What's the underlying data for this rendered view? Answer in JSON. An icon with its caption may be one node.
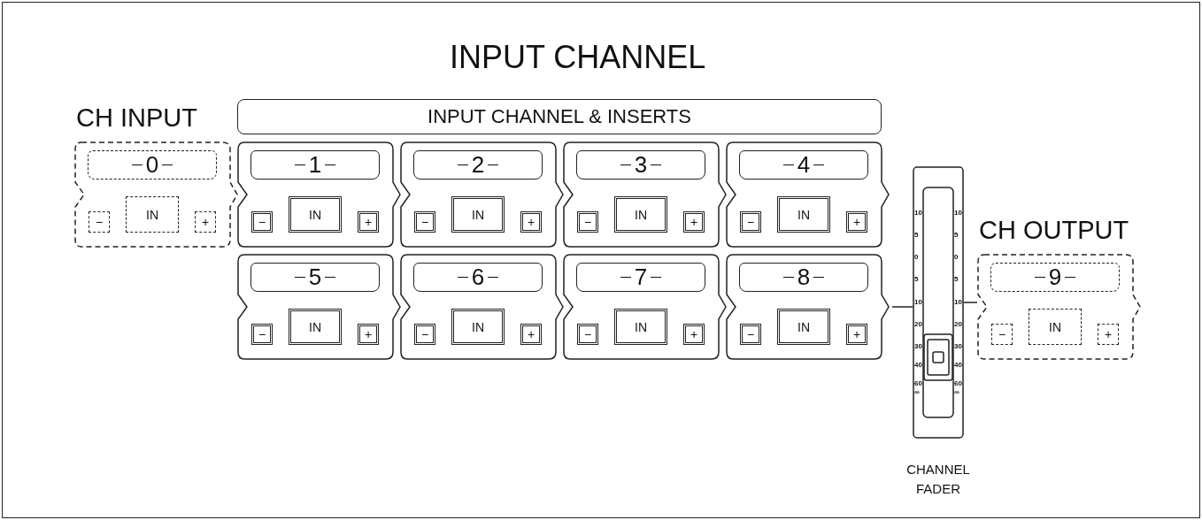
{
  "diagram": {
    "title": "INPUT CHANNEL",
    "nodes": [
      {
        "text": [
          "CH INPUT"
        ]
      },
      {
        "text": [
          "0"
        ],
        "in": 0
      },
      {
        "text": [
          "−"
        ],
        "in": 0
      },
      {
        "text": [
          "IN"
        ],
        "in": 0
      },
      {
        "text": [
          "+"
        ],
        "in": 0
      },
      {
        "text": [
          "INPUT CHANNEL & INSERTS"
        ]
      },
      {
        "text": [],
        "shape": "box"
      },
      {
        "text": [
          "1"
        ],
        "in": 6
      },
      {
        "text": [
          "−"
        ],
        "in": 6
      },
      {
        "text": [
          "IN"
        ],
        "in": 6
      },
      {
        "text": [
          "+"
        ],
        "in": 6
      },
      {
        "text": [],
        "shape": "box"
      },
      {
        "text": [
          "2"
        ],
        "in": 11
      },
      {
        "text": [
          "−"
        ],
        "in": 11
      },
      {
        "text": [
          "IN"
        ],
        "in": 11
      },
      {
        "text": [
          "+"
        ],
        "in": 11
      },
      {
        "text": [],
        "shape": "box"
      },
      {
        "text": [
          "3"
        ],
        "in": 16
      },
      {
        "text": [
          "−"
        ],
        "in": 16
      },
      {
        "text": [
          "IN"
        ],
        "in": 16
      },
      {
        "text": [
          "+"
        ],
        "in": 16
      },
      {
        "text": [],
        "shape": "box"
      },
      {
        "text": [
          "4"
        ],
        "in": 21
      },
      {
        "text": [
          "−"
        ],
        "in": 21
      },
      {
        "text": [
          "IN"
        ],
        "in": 21
      },
      {
        "text": [
          "+"
        ],
        "in": 21
      },
      {
        "text": [],
        "shape": "box"
      },
      {
        "text": [
          "5"
        ],
        "in": 26
      },
      {
        "text": [
          "−"
        ],
        "in": 26
      },
      {
        "text": [
          "IN"
        ],
        "in": 26
      },
      {
        "text": [
          "+"
        ],
        "in": 26
      },
      {
        "text": [],
        "shape": "box"
      },
      {
        "text": [
          "6"
        ],
        "in": 31
      },
      {
        "text": [
          "−"
        ],
        "in": 31
      },
      {
        "text": [
          "IN"
        ],
        "in": 31
      },
      {
        "text": [
          "+"
        ],
        "in": 31
      },
      {
        "text": [],
        "shape": "box"
      },
      {
        "text": [
          "7"
        ],
        "in": 36
      },
      {
        "text": [
          "−"
        ],
        "in": 36
      },
      {
        "text": [
          "IN"
        ],
        "in": 36
      },
      {
        "text": [
          "+"
        ],
        "in": 36
      },
      {
        "text": [],
        "shape": "box"
      },
      {
        "text": [
          "8"
        ],
        "in": 41
      },
      {
        "text": [
          "−"
        ],
        "in": 41
      },
      {
        "text": [
          "IN"
        ],
        "in": 41
      },
      {
        "text": [
          "+"
        ],
        "in": 41
      },
      {
        "text": [
          "CHANNEL FADER"
        ]
      },
      {
        "text": [
          "CH OUTPUT"
        ]
      },
      {
        "text": [
          "9"
        ],
        "in": 47
      },
      {
        "text": [
          "−"
        ],
        "in": 47
      },
      {
        "text": [
          "IN"
        ],
        "in": 47
      },
      {
        "text": [
          "+"
        ],
        "in": 47
      }
    ],
    "edges": [
      {
        "from": 41,
        "to": 46,
        "arrow": "none"
      },
      {
        "from": 46,
        "to": 47,
        "arrow": "none"
      }
    ],
    "labels": [
      "10",
      "10",
      "5",
      "5",
      "0",
      "0",
      "5",
      "5",
      "10",
      "10",
      "20",
      "20",
      "30",
      "30",
      "40",
      "40",
      "60",
      "60",
      "∞",
      "∞"
    ]
  }
}
